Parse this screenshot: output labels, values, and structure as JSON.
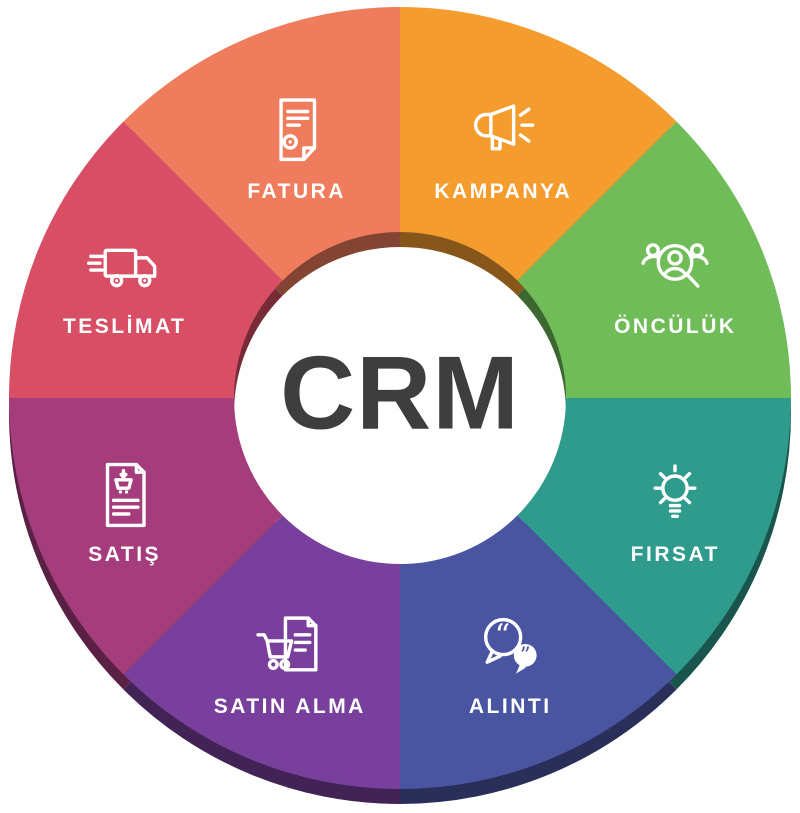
{
  "chart_data": {
    "type": "pie",
    "title": "CRM process wheel",
    "center_label": "CRM",
    "center_label_color": "#3e3e3e",
    "donut": true,
    "direction": "clockwise",
    "start_angle_deg": 0,
    "inner_radius_ratio": 0.42,
    "label_color": "#ffffff",
    "icon_color": "#ffffff",
    "segments": [
      {
        "key": "campaign",
        "label": "KAMPANYA",
        "icon": "megaphone-icon",
        "color": "#F59C2F",
        "value_pct": 12.5
      },
      {
        "key": "lead",
        "label": "ÖNCÜLÜK",
        "icon": "lead-search-people-icon",
        "color": "#6FBC58",
        "value_pct": 12.5
      },
      {
        "key": "opportunity",
        "label": "FIRSAT",
        "icon": "lightbulb-icon",
        "color": "#2F9B8C",
        "value_pct": 12.5
      },
      {
        "key": "quote",
        "label": "ALINTI",
        "icon": "quote-bubbles-icon",
        "color": "#4A55A2",
        "value_pct": 12.5
      },
      {
        "key": "purchase",
        "label": "SATIN ALMA",
        "icon": "purchase-cart-icon",
        "color": "#78409C",
        "value_pct": 12.5
      },
      {
        "key": "sales",
        "label": "SATIŞ",
        "icon": "sales-receipt-icon",
        "color": "#A53C7C",
        "value_pct": 12.5
      },
      {
        "key": "delivery",
        "label": "TESLİMAT",
        "icon": "delivery-truck-icon",
        "color": "#D84E64",
        "value_pct": 12.5
      },
      {
        "key": "invoice",
        "label": "FATURA",
        "icon": "invoice-icon",
        "color": "#EE7C5D",
        "value_pct": 12.5
      }
    ]
  }
}
